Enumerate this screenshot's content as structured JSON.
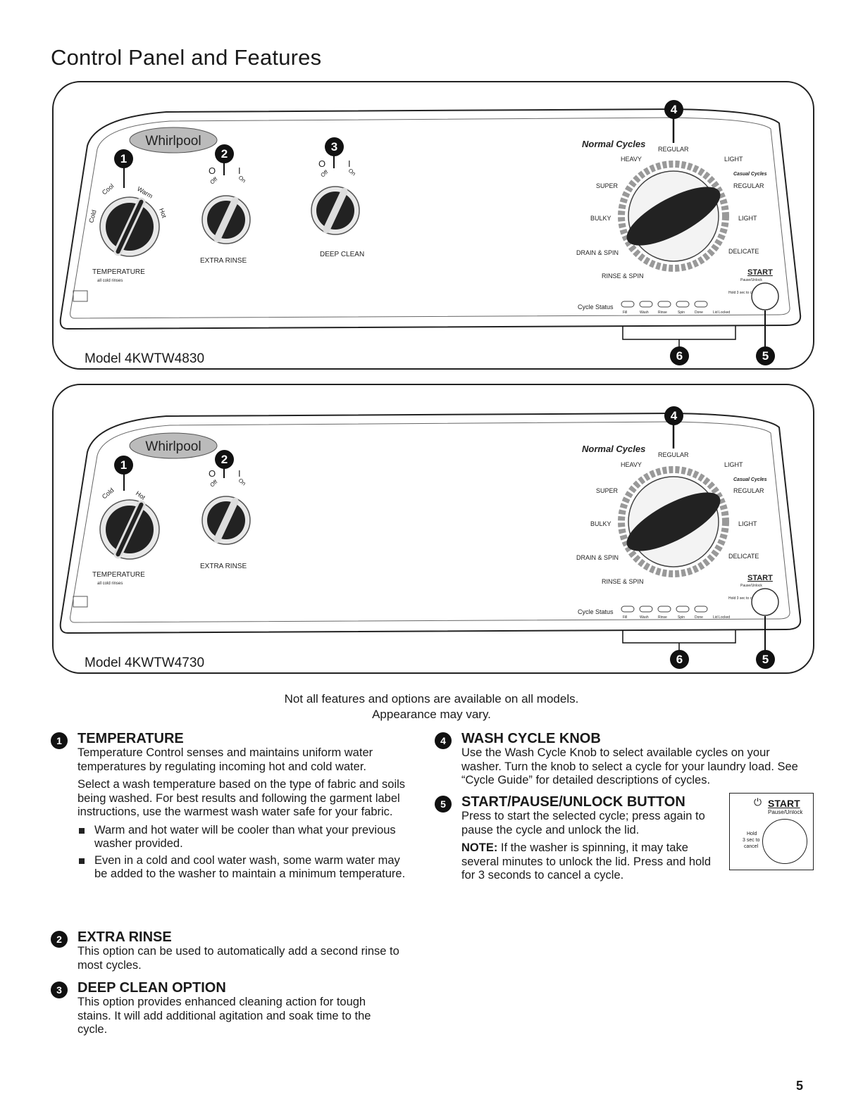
{
  "title": "Control Panel and Features",
  "panels": [
    {
      "model": "Model 4KWTW4830",
      "brand": "Whirlpool",
      "temperature_label": "TEMPERATURE",
      "temperature_sub": "all cold rinses",
      "temp_positions": [
        "Cold",
        "Cool",
        "Warm",
        "Hot"
      ],
      "extra_rinse_label": "EXTRA RINSE",
      "deep_clean_label": "DEEP CLEAN",
      "off_label": "Off",
      "on_label": "On",
      "off_symbol": "O",
      "on_symbol": "I"
    },
    {
      "model": "Model 4KWTW4730",
      "brand": "Whirlpool",
      "temperature_label": "TEMPERATURE",
      "temperature_sub": "all cold rinses",
      "temp_positions": [
        "Cold",
        "Hot"
      ],
      "extra_rinse_label": "EXTRA RINSE",
      "off_label": "Off",
      "on_label": "On",
      "off_symbol": "O",
      "on_symbol": "I"
    }
  ],
  "cycle_dial": {
    "normal_cycles": "Normal Cycles",
    "casual_cycles": "Casual Cycles",
    "normal": [
      "REGULAR",
      "HEAVY",
      "SUPER",
      "BULKY",
      "DRAIN & SPIN",
      "RINSE & SPIN"
    ],
    "casual": [
      "LIGHT",
      "REGULAR",
      "LIGHT",
      "DELICATE"
    ],
    "start": "START",
    "pause_unlock": "Pause/Unlock",
    "hold_text": "Hold 3 sec to cancel",
    "cycle_status": "Cycle Status",
    "status_steps": [
      "Fill",
      "Wash",
      "Rinse",
      "Spin",
      "Done",
      "Lid Locked"
    ]
  },
  "callouts": [
    "1",
    "2",
    "3",
    "4",
    "5",
    "6"
  ],
  "note": [
    "Not all features and options are available on all models.",
    "Appearance may vary."
  ],
  "sections": {
    "temperature": {
      "title": "TEMPERATURE",
      "p1": "Temperature Control senses and maintains uniform water temperatures by regulating incoming hot and cold water.",
      "p2": "Select a wash temperature based on the type of fabric and soils being washed. For best results and following the garment label instructions, use the warmest wash water safe for your fabric.",
      "bullets": [
        "Warm and hot water will be cooler than what your previous washer provided.",
        "Even in a cold and cool water wash, some warm water may be added to the washer to maintain a minimum temperature."
      ]
    },
    "extra_rinse": {
      "title": "EXTRA RINSE",
      "p1": "This option can be used to automatically add a second rinse to most cycles."
    },
    "deep_clean": {
      "title": "DEEP CLEAN OPTION",
      "p1": "This option provides enhanced cleaning action for tough stains. It will add additional agitation and soak time to the cycle."
    },
    "wash_cycle": {
      "title": "WASH CYCLE KNOB",
      "p1": "Use the Wash Cycle Knob to select available cycles on your washer. Turn the knob to select a cycle for your laundry load. See “Cycle Guide” for detailed descriptions of cycles."
    },
    "start_button": {
      "title": "START/PAUSE/UNLOCK BUTTON",
      "p1": "Press to start the selected cycle; press again to pause the cycle and unlock the lid.",
      "note_label": "NOTE:",
      "note_text": " If the washer is spinning, it may take several minutes to unlock the lid. Press and hold for 3 seconds to cancel a cycle."
    }
  },
  "start_inset": {
    "start": "START",
    "pause_unlock": "Pause/Unlock",
    "hold": "Hold",
    "sec": "3 sec to",
    "cancel": "cancel"
  },
  "page_number": "5"
}
